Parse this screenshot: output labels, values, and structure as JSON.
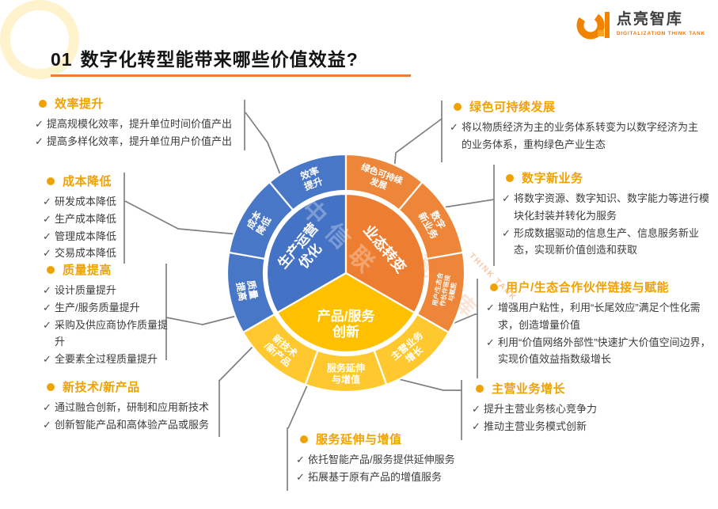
{
  "header": {
    "number": "01",
    "title": "数字化转型能带来哪些价值效益?"
  },
  "logo": {
    "name": "点亮智库",
    "subtitle": "DIGITALIZATION THINK TANK"
  },
  "ui": {
    "check": "✓"
  },
  "colors": {
    "blue": "#4472C4",
    "orange": "#ED7D31",
    "yellow": "#FFC000",
    "accent_title": "#F0A202",
    "underline": "#ED7D31",
    "connector": "#808080"
  },
  "watermarks": {
    "text1": "中信联",
    "text2": "点亮智库",
    "text3": "THINK TANK"
  },
  "diagram": {
    "inner_segments": [
      {
        "id": "production-operation",
        "label_lines": [
          "生产运营",
          "优化"
        ],
        "color": "#4472C4",
        "start": -120,
        "end": 0,
        "label_angle": -62,
        "label_radius": 60,
        "label_rotation": -50,
        "font_size": 17
      },
      {
        "id": "business-transform",
        "label_lines": [
          "业态转变"
        ],
        "color": "#ED7D31",
        "start": 0,
        "end": 120,
        "label_angle": 58,
        "label_radius": 58,
        "label_rotation": 50,
        "font_size": 18
      },
      {
        "id": "product-service-innovation",
        "label_lines": [
          "产品/服务",
          "创新"
        ],
        "color": "#FFC000",
        "start": 120,
        "end": 240,
        "label_angle": 180,
        "label_radius": 64,
        "label_rotation": 0,
        "font_size": 17
      }
    ],
    "ring_segments": [
      {
        "id": "quality",
        "label_lines": [
          "质量",
          "提高"
        ],
        "color": "#4777C6",
        "start": -120,
        "end": -80,
        "label_angle": -100,
        "label_radius": 127,
        "label_rotation": 80,
        "font_size": 12
      },
      {
        "id": "cost",
        "label_lines": [
          "成本",
          "降低"
        ],
        "color": "#4777C6",
        "start": -80,
        "end": -40,
        "label_angle": -60,
        "label_radius": 127,
        "label_rotation": -60,
        "font_size": 12
      },
      {
        "id": "efficiency",
        "label_lines": [
          "效率",
          "提升"
        ],
        "color": "#4777C6",
        "start": -40,
        "end": 0,
        "label_angle": -20,
        "label_radius": 127,
        "label_rotation": -20,
        "font_size": 12
      },
      {
        "id": "green",
        "label_lines": [
          "绿色可持续",
          "发展"
        ],
        "color": "#EE8639",
        "start": 0,
        "end": 40,
        "label_angle": 20,
        "label_radius": 127,
        "label_rotation": 20,
        "font_size": 11
      },
      {
        "id": "digital",
        "label_lines": [
          "数字",
          "新业务"
        ],
        "color": "#EE8639",
        "start": 40,
        "end": 80,
        "label_angle": 60,
        "label_radius": 127,
        "label_rotation": 60,
        "font_size": 12
      },
      {
        "id": "user",
        "label_lines": [
          "用户/生态合",
          "作伙伴链接",
          "与赋能"
        ],
        "color": "#EE8639",
        "start": 80,
        "end": 120,
        "label_angle": 100,
        "label_radius": 127,
        "label_rotation": -80,
        "font_size": 8
      },
      {
        "id": "main-business",
        "label_lines": [
          "主营业务",
          "增长"
        ],
        "color": "#FFC82E",
        "start": 120,
        "end": 160,
        "label_angle": 140,
        "label_radius": 127,
        "label_rotation": -40,
        "font_size": 12
      },
      {
        "id": "service-extension",
        "label_lines": [
          "服务延伸",
          "与增值"
        ],
        "color": "#FFC82E",
        "start": 160,
        "end": 200,
        "label_angle": 180,
        "label_radius": 127,
        "label_rotation": 0,
        "font_size": 12
      },
      {
        "id": "new-tech",
        "label_lines": [
          "新技术",
          "/新产品"
        ],
        "color": "#FFC82E",
        "start": 200,
        "end": 240,
        "label_angle": 220,
        "label_radius": 127,
        "label_rotation": 40,
        "font_size": 12
      }
    ]
  },
  "callouts": {
    "efficiency": {
      "title": "效率提升",
      "items": [
        "提高规模化效率，提升单位时间价值产出",
        "提高多样化效率，提升单位用户价值产出"
      ]
    },
    "cost": {
      "title": "成本降低",
      "items": [
        "研发成本降低",
        "生产成本降低",
        "管理成本降低",
        "交易成本降低"
      ]
    },
    "quality": {
      "title": "质量提高",
      "items": [
        "设计质量提升",
        "生产/服务质量提升",
        "采购及供应商协作质量提升",
        "全要素全过程质量提升"
      ]
    },
    "newtech": {
      "title": "新技术/新产品",
      "items": [
        "通过融合创新，研制和应用新技术",
        "创新智能产品和高体验产品或服务"
      ]
    },
    "service": {
      "title": "服务延伸与增值",
      "items": [
        "依托智能产品/服务提供延伸服务",
        "拓展基于原有产品的增值服务"
      ]
    },
    "green": {
      "title": "绿色可持续发展",
      "items": [
        "将以物质经济为主的业务体系转变为以数字经济为主的业务体系，重构绿色产业生态"
      ]
    },
    "digital": {
      "title": "数字新业务",
      "items": [
        "将数字资源、数字知识、数字能力等进行模块化封装并转化为服务",
        "形成数据驱动的信息生产、信息服务新业态，实现新价值创造和获取"
      ]
    },
    "user": {
      "title": "用户/生态合作伙伴链接与赋能",
      "items": [
        "增强用户粘性，利用“长尾效应”满足个性化需求，创造增量价值",
        "利用“价值网络外部性”快速扩大价值空间边界，实现价值效益指数级增长"
      ]
    },
    "main": {
      "title": "主营业务增长",
      "items": [
        "提升主营业务核心竞争力",
        "推动主营业务模式创新"
      ]
    }
  }
}
